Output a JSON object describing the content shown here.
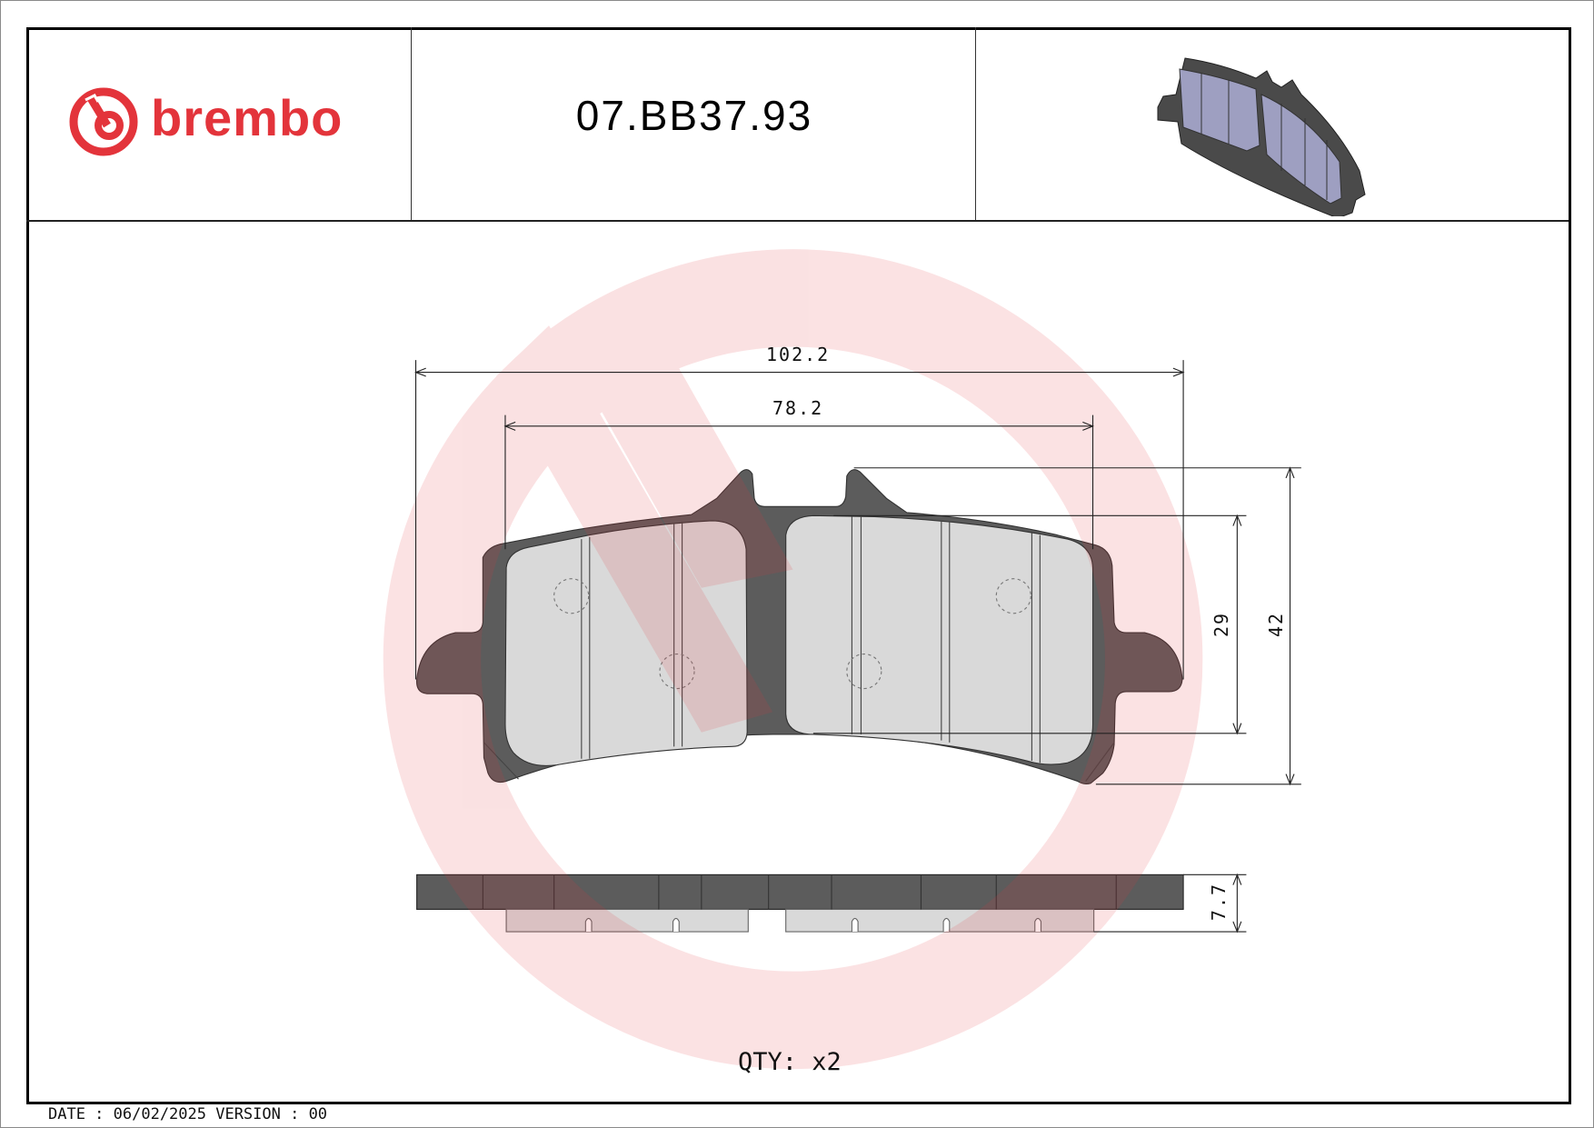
{
  "header": {
    "brand": "brembo",
    "part_number": "07.BB37.93",
    "brand_color": "#e3343b"
  },
  "drawing": {
    "dimensions": {
      "overall_width": "102.2",
      "friction_width": "78.2",
      "friction_height": "29",
      "overall_height": "42",
      "thickness": "7.7"
    },
    "colors": {
      "backing_plate": "#5c5c5c",
      "friction_material": "#d9d9d9",
      "watermark": "#e3343b",
      "thumbnail_friction": "#9e9fc1"
    }
  },
  "quantity": "QTY: x2",
  "footer": {
    "text": "DATE : 06/02/2025 VERSION : 00"
  }
}
